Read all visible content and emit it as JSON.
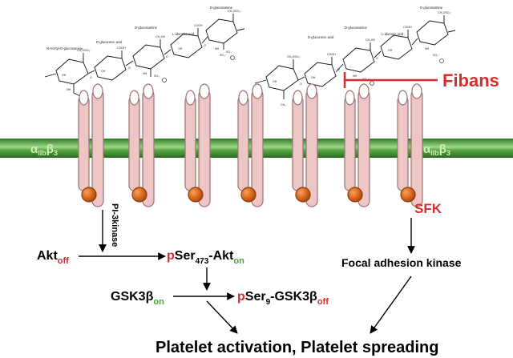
{
  "heparin_left": {
    "sugars": [
      "N-Acetyl-D-glucosamine",
      "D-glucuronic acid",
      "D-glucosamine",
      "L-iduronic acid",
      "D-glucosamine"
    ],
    "groups": [
      "CH₂OSO₃⁻",
      "COOH",
      "CH₂OH",
      "COOH",
      "CH₂OSO₃⁻",
      "OH",
      "OH",
      "OH",
      "NH",
      "SO₃⁻",
      "NH",
      "SO₃⁻",
      "NH",
      "SO₃⁻",
      "O",
      "O",
      "O",
      "O",
      "CH₃"
    ]
  },
  "heparin_right": {
    "sugars": [
      "D-glucuronic acid",
      "D-glucosamine",
      "L-iduronic acid",
      "D-glucosamine"
    ],
    "groups": [
      "CH₂OSO₃⁻",
      "COOH",
      "CH₂OH",
      "COOH",
      "CH₂OSO₃⁻",
      "OH",
      "OH",
      "OH",
      "NH",
      "SO₃⁻",
      "NH",
      "SO₃⁻",
      "O",
      "O",
      "O",
      "CH₃"
    ]
  },
  "fibans": "Fibans",
  "receptor_left": {
    "main": "α",
    "sub1": "IIb",
    "mid": "β",
    "sub2": "3"
  },
  "receptor_right": {
    "main": "α",
    "sub1": "IIb",
    "mid": "β",
    "sub2": "3"
  },
  "pi3k": "PI-3kinase",
  "sfk": "SFK",
  "akt_off": {
    "main": "Akt",
    "sub": "off"
  },
  "p_akt_on": {
    "p": "p",
    "main": "Ser",
    "sub": "473",
    "rest": "-Akt",
    "state": "on"
  },
  "gsk_on": {
    "main": "GSK3β",
    "sub": "on"
  },
  "p_gsk_off": {
    "p": "p",
    "main": "Ser",
    "sub": "9",
    "rest": "-GSK3β",
    "state": "off"
  },
  "fak": "Focal adhesion kinase",
  "outcome": "Platelet activation, Platelet spreading",
  "colors": {
    "membrane": "#3c8a2c",
    "membrane_highlight": "#a6dc8a",
    "integrin_fill": "#efc6c6",
    "integrin_stroke": "#9c7474",
    "ball": "#d7661d",
    "red": "#d62e2e",
    "green": "#4aa33c",
    "black": "#000000"
  }
}
